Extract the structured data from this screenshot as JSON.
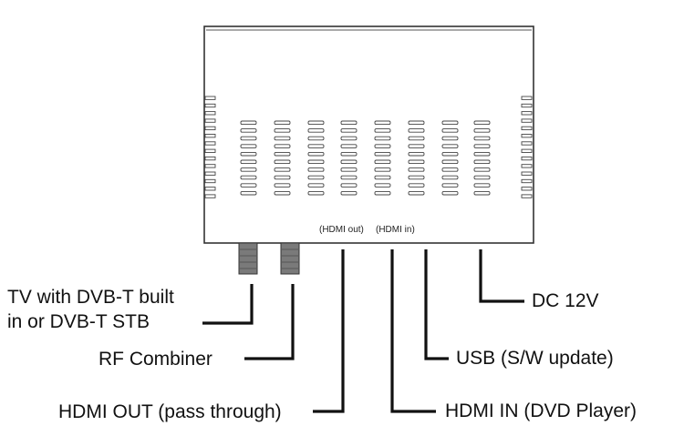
{
  "device": {
    "port_labels": {
      "hdmi_out": "(HDMI out)",
      "hdmi_in": "(HDMI in)"
    }
  },
  "callouts": {
    "tv": {
      "line1": "TV with DVB-T built",
      "line2": "in or DVB-T STB"
    },
    "rf": "RF Combiner",
    "hdmi_out": "HDMI OUT (pass through)",
    "dc": "DC 12V",
    "usb": "USB (S/W update)",
    "hdmi_in": "HDMI IN (DVD Player)"
  },
  "colors": {
    "line": "#111111",
    "box_border": "#333333",
    "connector": "#7a7a7a"
  }
}
